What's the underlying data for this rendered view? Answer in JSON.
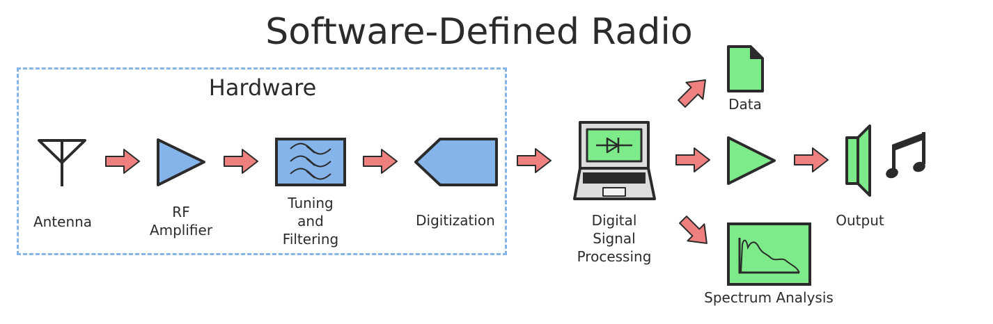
{
  "diagram": {
    "title": "Software-Defined Radio",
    "hardware_group_label": "Hardware",
    "colors": {
      "hardware": "#84b4ea",
      "software": "#7deb8a",
      "arrow": "#ef8080",
      "outline": "#2b2b2b"
    },
    "nodes": {
      "antenna": {
        "label": "Antenna",
        "icon": "antenna-icon"
      },
      "rf_amplifier": {
        "label_line1": "RF",
        "label_line2": "Amplifier",
        "icon": "amplifier-icon"
      },
      "tuning": {
        "label_line1": "Tuning",
        "label_line2": "and",
        "label_line3": "Filtering",
        "icon": "filter-wave-icon"
      },
      "digitization": {
        "label": "Digitization",
        "icon": "adc-pentagon-icon"
      },
      "dsp": {
        "label_line1": "Digital",
        "label_line2": "Signal",
        "label_line3": "Processing",
        "icon": "laptop-icon"
      },
      "data": {
        "label": "Data",
        "icon": "file-icon"
      },
      "audio_amp": {
        "icon": "amplifier-icon"
      },
      "spectrum": {
        "label": "Spectrum Analysis",
        "icon": "spectrum-plot-icon"
      },
      "output": {
        "label": "Output",
        "icon": "speaker-icon"
      },
      "music": {
        "icon": "music-note-icon"
      }
    }
  }
}
